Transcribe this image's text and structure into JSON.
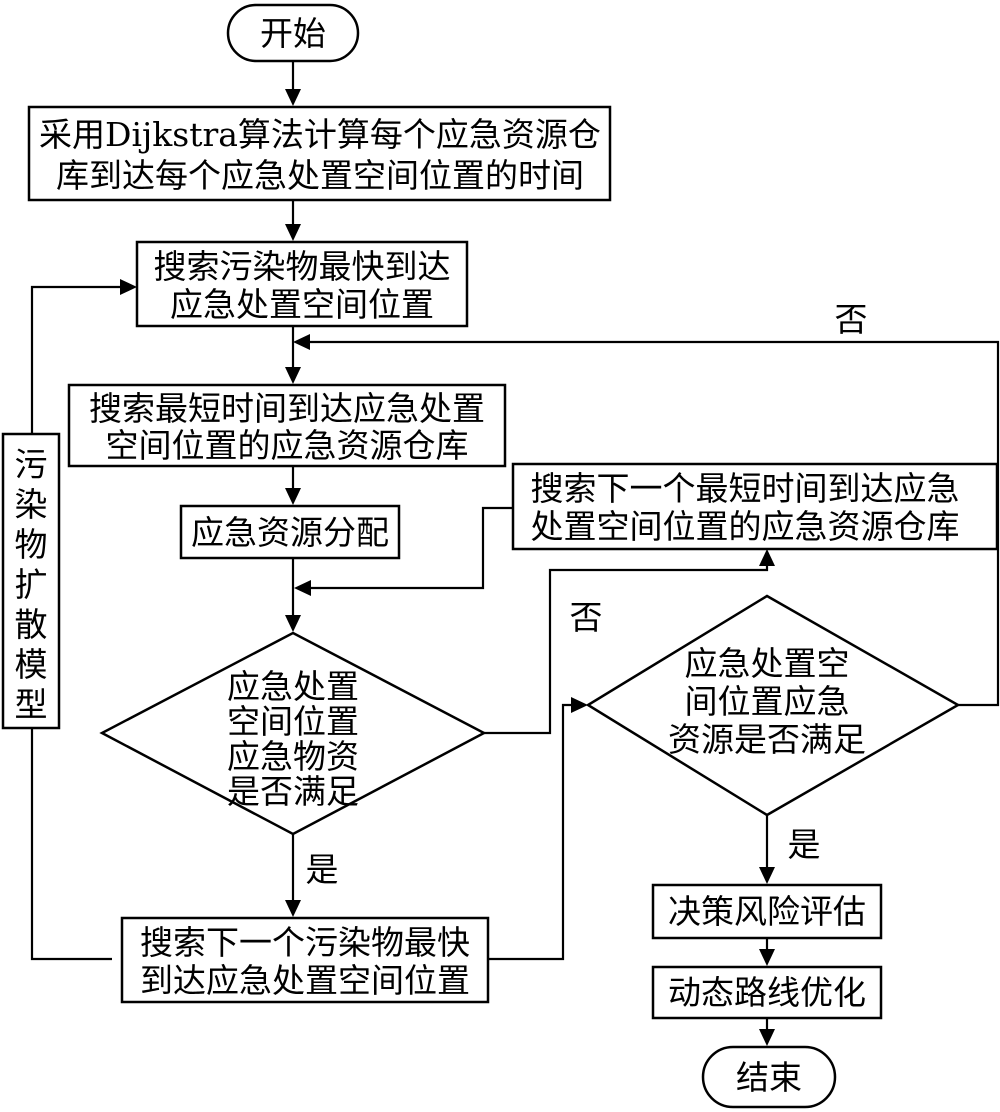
{
  "diagram": {
    "start": "开始",
    "end": "结束",
    "step_dijkstra": [
      "采用Dijkstra算法计算每个应急资源仓",
      "库到达每个应急处置空间位置的时间"
    ],
    "step_search_fastest_pollutant": [
      "搜索污染物最快到达",
      "应急处置空间位置"
    ],
    "step_search_shortest_warehouse": [
      "搜索最短时间到达应急处置",
      "空间位置的应急资源仓库"
    ],
    "step_allocate": "应急资源分配",
    "decision_materials": [
      "应急处置",
      "空间位置",
      "应急物资",
      "是否满足"
    ],
    "step_search_next_warehouse": [
      "搜索下一个最短时间到达应急",
      "处置空间位置的应急资源仓库"
    ],
    "decision_resources": [
      "应急处置空",
      "间位置应急",
      "资源是否满足"
    ],
    "step_search_next_pollutant": [
      "搜索下一个污染物最快",
      "到达应急处置空间位置"
    ],
    "step_risk": "决策风险评估",
    "step_route": "动态路线优化",
    "side_model": [
      "污",
      "染",
      "物",
      "扩",
      "散",
      "模",
      "型"
    ],
    "label_no_top": "否",
    "label_no_mid": "否",
    "label_yes_left": "是",
    "label_yes_right": "是"
  }
}
